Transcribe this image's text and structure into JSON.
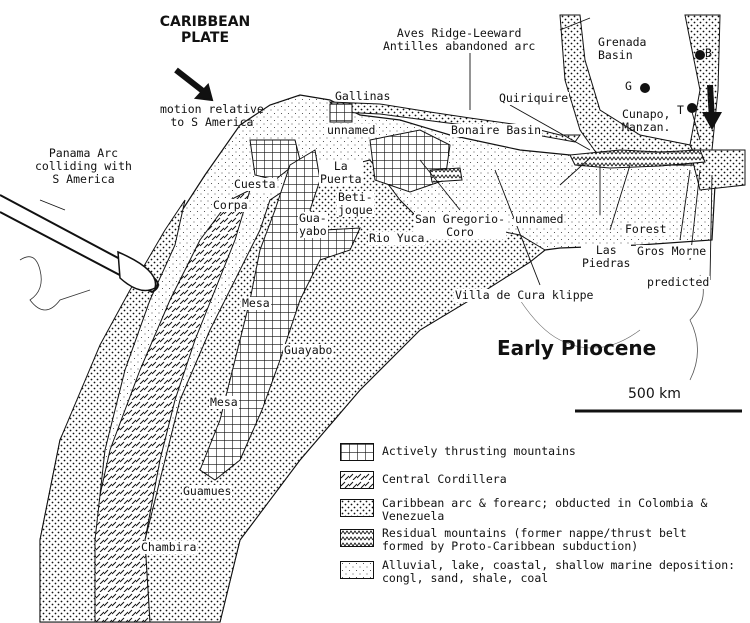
{
  "map": {
    "title": "Early Pliocene",
    "scale_label": "500 km",
    "plate_label": "CARIBBEAN\nPLATE",
    "motion_label": "motion relative\nto S America",
    "labels": {
      "aves": "Aves Ridge-Leeward\nAntilles abandoned arc",
      "grenada": "Grenada\nBasin",
      "b": "B",
      "g": "G",
      "t": "T",
      "gallinas": "Gallinas",
      "unnamed1": "unnamed",
      "quiriquire": "Quiriquire",
      "cunapo": "Cunapo,\nManzan.",
      "bonaire": "Bonaire Basin",
      "panama": "Panama Arc\ncolliding with\nS America",
      "cuesta": "Cuesta",
      "la_puerta": "La\nPuerta",
      "beti": "Beti-\njoque",
      "corpa": "Corpa",
      "guayabo1": "Gua-\nyabo",
      "san_gregorio": "San Gregorio-\nCoro",
      "rio_yuca": "Rio Yuca",
      "unnamed2": "unnamed",
      "forest": "Forest",
      "las_piedras": "Las\nPiedras",
      "gros_morne": "Gros Morne",
      "predicted": "predicted",
      "villa_de_cura": "Villa de Cura klippe",
      "mesa1": "Mesa",
      "guayabo2": "Guayabo",
      "mesa2": "Mesa",
      "guamues": "Guamues",
      "chambira": "Chambira"
    }
  },
  "legend": {
    "items": [
      {
        "label": "Actively   thrusting    mountains",
        "pattern": "grid"
      },
      {
        "label": "Central Cordillera",
        "pattern": "hatch"
      },
      {
        "label": "Caribbean arc & forearc; obducted in Colombia &\nVenezuela",
        "pattern": "dots"
      },
      {
        "label": "Residual mountains (former nappe/thrust belt\nformed by Proto-Caribbean  subduction)",
        "pattern": "zigzag"
      },
      {
        "label": "Alluvial, lake, coastal, shallow marine deposition:\ncongl, sand, shale, coal",
        "pattern": "fine"
      }
    ]
  }
}
